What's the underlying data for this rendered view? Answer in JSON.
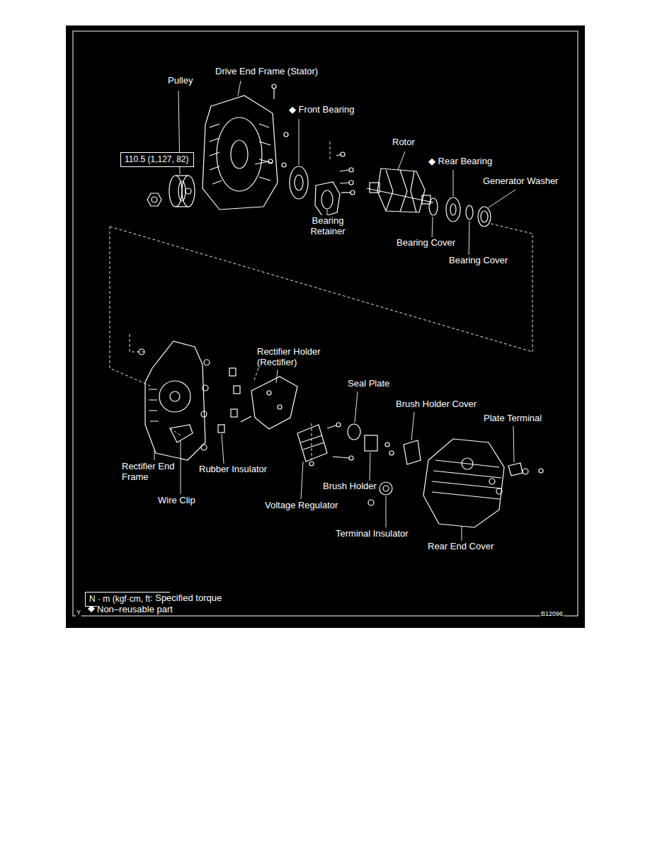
{
  "diagram": {
    "nodes": [
      {
        "text": [
          "110.5 (1,127, 82)"
        ]
      },
      {
        "text": [
          "N · m (kgf·cm, ft·lbf)"
        ]
      }
    ],
    "labels": [
      "Pulley",
      "Drive End Frame (Stator)",
      "◆ Front Bearing",
      "Rotor",
      "◆ Rear Bearing",
      "Generator Washer",
      "Bearing Retainer",
      "Bearing Cover",
      "Bearing Cover",
      "Rectifier Holder (Rectifier)",
      "Seal Plate",
      "Brush Holder Cover",
      "Plate Terminal",
      "Rectifier End Frame",
      "Rubber Insulator",
      "Wire Clip",
      "Brush Holder",
      "Voltage Regulator",
      "Terminal Insulator",
      "Rear End Cover",
      "Y",
      "B12096"
    ],
    "legend": [
      {
        "text": ": Specified torque"
      },
      {
        "text": "Non–reusable part"
      }
    ]
  }
}
